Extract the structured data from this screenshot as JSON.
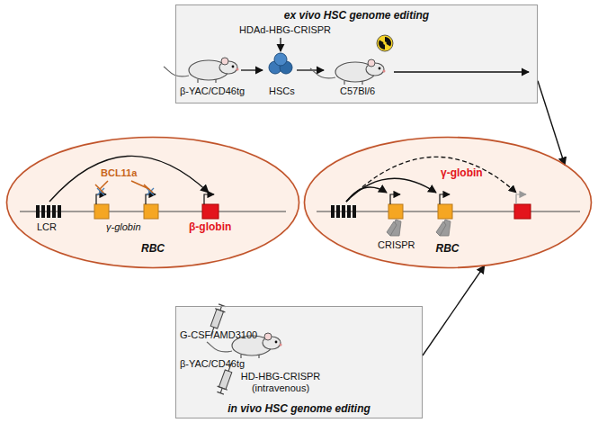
{
  "diagram": {
    "nodes": [
      {
        "text": [
          "ex vivo HSC genome editing"
        ]
      },
      {
        "text": [
          "RBC"
        ]
      },
      {
        "text": [
          "RBC"
        ]
      },
      {
        "text": [
          "in vivo HSC genome editing"
        ]
      }
    ],
    "edges": [
      {
        "from": 0,
        "to": 2,
        "arrow": "to"
      },
      {
        "from": 3,
        "to": 2,
        "arrow": "to"
      }
    ],
    "labels": [
      "β-YAC/CD46tg",
      "HDAd-HBG-CRISPR",
      "HSCs",
      "C57Bl/6",
      "LCR",
      "BCL11a",
      "γ-globin",
      "β-globin",
      "γ-globin",
      "CRISPR",
      "G-CSF/AMD3100",
      "β-YAC/CD46tg",
      "HD-HBG-CRISPR (intravenous)"
    ]
  }
}
